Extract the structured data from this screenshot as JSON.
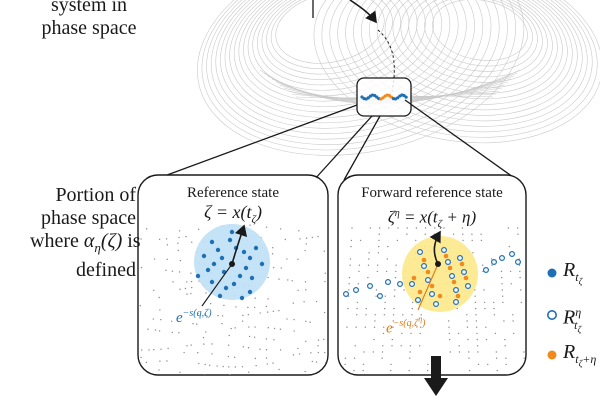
{
  "top_label": {
    "lines": [
      "system in",
      "phase space"
    ]
  },
  "portion_label": {
    "line1": "Portion of",
    "line2": "phase space",
    "line3_prefix": "where ",
    "line3_alpha": "α",
    "line3_eta": "η",
    "line3_arg": "(ζ)",
    "line3_suffix": " is",
    "line4": "defined"
  },
  "panels": {
    "left": {
      "title": "Reference state",
      "equation": "ζ = x(t",
      "equation_sub": "ζ",
      "equation_close": ")",
      "kernel": "e",
      "kernel_sup": "−s(q,ζ)"
    },
    "right": {
      "title": "Forward reference state",
      "equation_sym": "ζ",
      "equation_sup": "η",
      "equation_mid": " = x(t",
      "equation_sub": "ζ",
      "equation_tail": " + η)",
      "kernel": "e",
      "kernel_sup": "−s(q,ζ",
      "kernel_sup_sup": "η",
      "kernel_sup_close": ")"
    }
  },
  "legend": [
    {
      "sym": "R",
      "sub": "t",
      "subsub": "ζ",
      "sup": "",
      "marker": "filled",
      "color": "#1f6fb5"
    },
    {
      "sym": "R",
      "sub": "t",
      "subsub": "ζ",
      "sup": "η",
      "marker": "hollow",
      "color": "#1f6fb5"
    },
    {
      "sym": "R",
      "sub": "t",
      "subsub": "ζ",
      "subtail": "+η",
      "sup": "",
      "marker": "filled",
      "color": "#f08a1c"
    }
  ],
  "colors": {
    "blue_point": "#1f6fb5",
    "orange_point": "#f08a1c",
    "blue_disk": "#bfe0f6",
    "yellow_disk": "#fde88a",
    "attractor_line": "#c9c9c9",
    "frame": "#1a1a1a",
    "orange_text": "#e07a14",
    "blue_text": "#1f6fb5"
  },
  "icons": {
    "down_arrow": "arrow-down-icon",
    "flow_arrow": "flow-arrow-icon"
  }
}
